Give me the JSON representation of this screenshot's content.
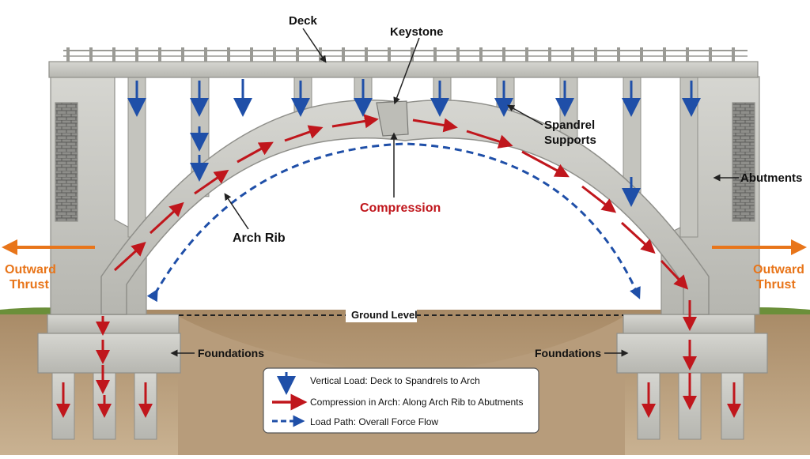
{
  "labels": {
    "deck": "Deck",
    "keystone": "Keystone",
    "spandrel_line1": "Spandrel",
    "spandrel_line2": "Supports",
    "abutments": "Abutments",
    "compression": "Compression",
    "arch_rib": "Arch Rib",
    "outward_left_line1": "Outward",
    "outward_left_line2": "Thrust",
    "outward_right_line1": "Outward",
    "outward_right_line2": "Thrust",
    "ground_level": "Ground Level",
    "foundations_left": "Foundations",
    "foundations_right": "Foundations"
  },
  "legend": {
    "vertical": "Vertical Load: Deck to Spandrels to Arch",
    "compression": "Compression in Arch: Along Arch Rib to Abutments",
    "load_path": "Load Path: Overall Force Flow"
  },
  "colors": {
    "vertical_load": "#1f4fa8",
    "compression": "#c0161c",
    "load_path": "#1f4fa8",
    "outward_thrust": "#e8751a",
    "concrete": "#c9c9c4",
    "soil": "#b89a78",
    "grass": "#6b8f3a"
  },
  "icons": {
    "vertical_arrow": "arrow-down-icon",
    "compression_arrow": "arrow-right-icon",
    "load_path_arrow": "dashed-arrow-icon"
  }
}
